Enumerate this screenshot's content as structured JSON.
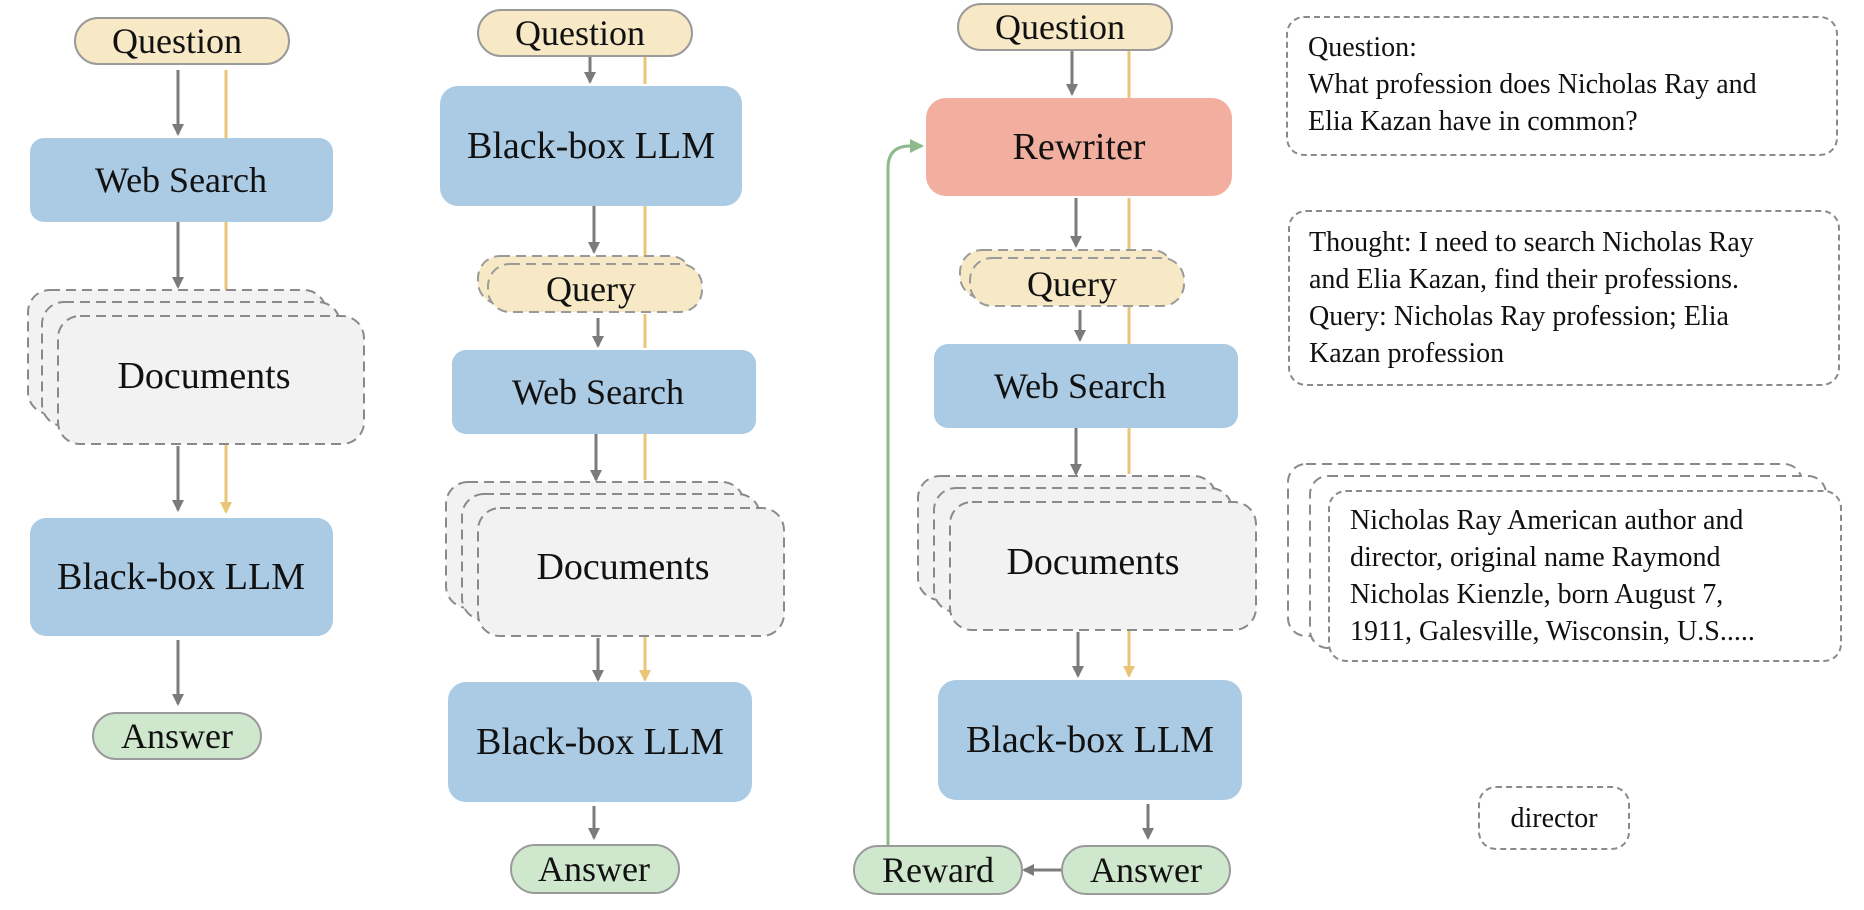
{
  "nodes": {
    "question": "Question",
    "web_search": "Web Search",
    "documents": "Documents",
    "black_box_llm": "Black-box LLM",
    "answer": "Answer",
    "query": "Query",
    "rewriter": "Rewriter",
    "reward": "Reward"
  },
  "example": {
    "question_label": "Question:",
    "question_lines": [
      "What profession does Nicholas Ray and",
      "Elia Kazan have in common?"
    ],
    "thought_lines": [
      "Thought: I need to search Nicholas Ray",
      "and Elia Kazan, find their professions.",
      "Query: Nicholas Ray profession; Elia",
      "Kazan profession"
    ],
    "document_lines": [
      "Nicholas Ray American author and",
      "director, original name Raymond",
      "Nicholas Kienzle, born August 7,",
      "1911, Galesville, Wisconsin, U.S....."
    ],
    "answer": "director"
  },
  "colors": {
    "question_fill": "#f7e8c6",
    "llm_fill": "#abcbe5",
    "documents_fill": "#f1f2f1",
    "answer_fill": "#cfe8cd",
    "rewriter_fill": "#f2afa0",
    "gray_arrow": "#7b7b7b",
    "yellow_arrow": "#e8c577",
    "green_arrow": "#8db98c"
  }
}
